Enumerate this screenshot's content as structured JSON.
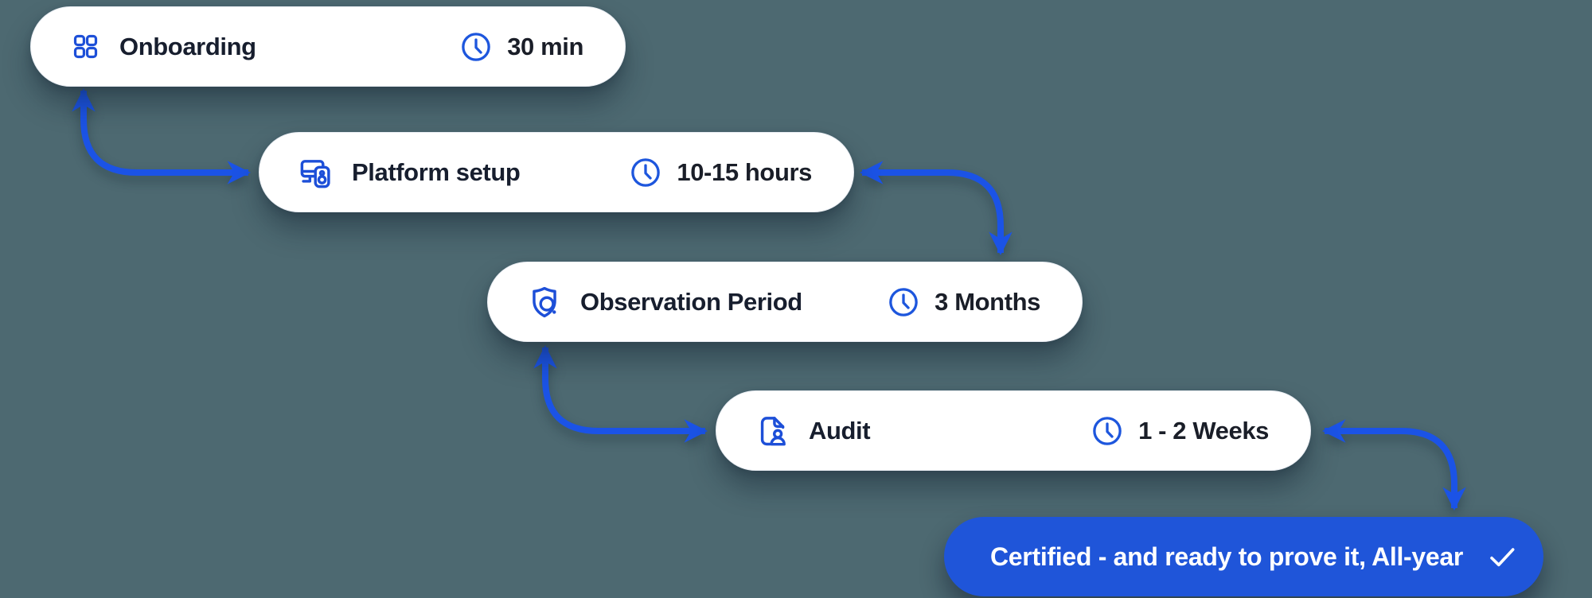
{
  "canvas": {
    "background": "#4d6971"
  },
  "colors": {
    "card_background": "#ffffff",
    "arrow_blue": "#1b53e6",
    "icon_blue": "#1d4fd8",
    "result_background": "#1f55d9",
    "label_text": "#171e2e",
    "result_text": "#ffffff"
  },
  "steps": [
    {
      "label": "Onboarding",
      "duration": "30 min",
      "icon": "grid-icon"
    },
    {
      "label": "Platform setup",
      "duration": "10-15 hours",
      "icon": "server-icon"
    },
    {
      "label": "Observation Period",
      "duration": "3 Months",
      "icon": "shield-search-icon"
    },
    {
      "label": "Audit",
      "duration": "1 - 2 Weeks",
      "icon": "document-user-icon"
    }
  ],
  "result": {
    "label": "Certified - and ready to prove it, All-year",
    "icon": "check-icon"
  }
}
